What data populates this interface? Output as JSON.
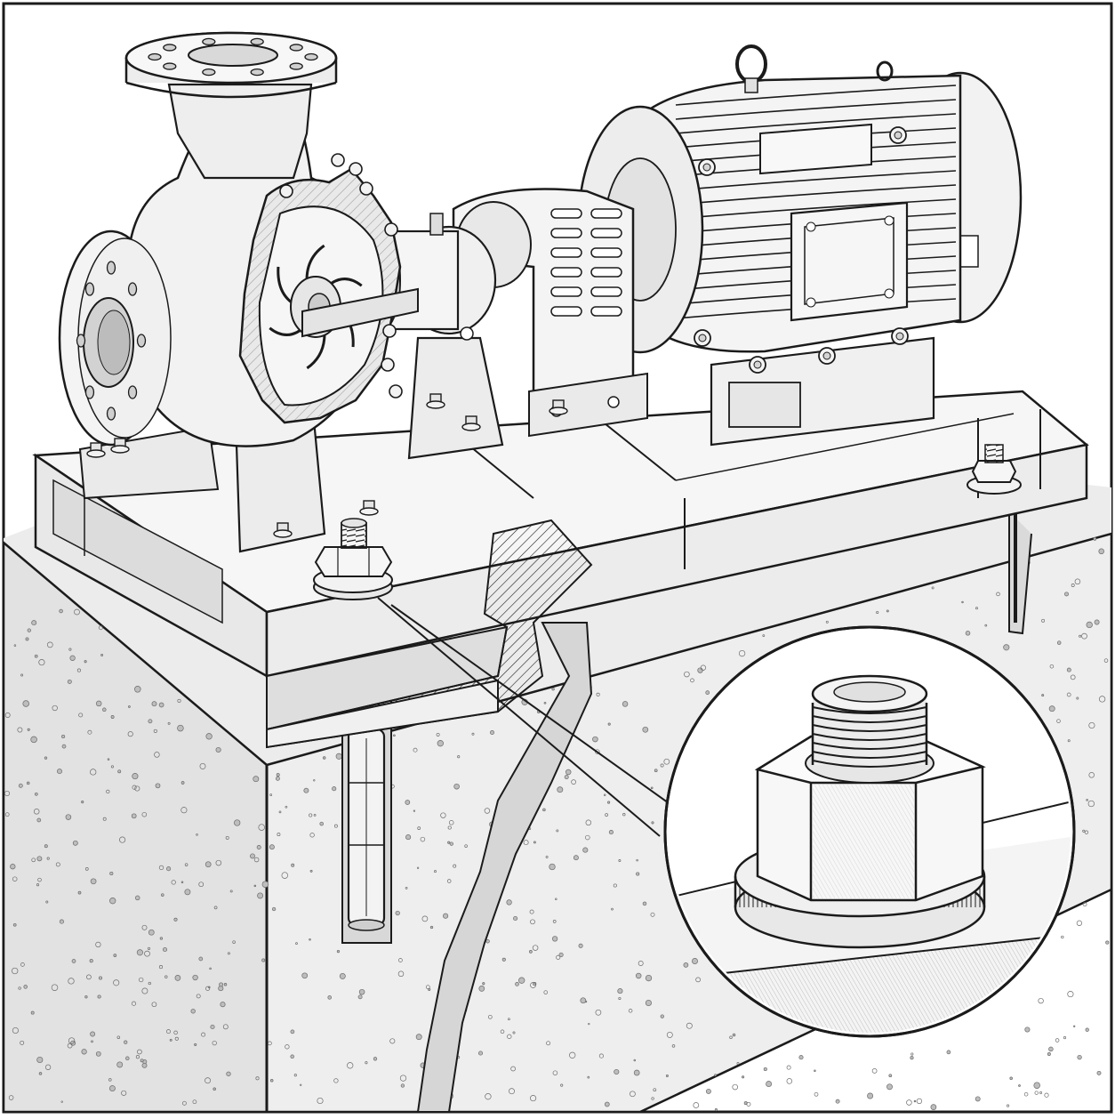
{
  "illustration": {
    "style": "black ink line drawing on white",
    "subjects": [
      "centrifugal-pump",
      "bearing-housing",
      "coupling-guard",
      "electric-motor",
      "steel-baseplate",
      "concrete-foundation",
      "anchor-bolts",
      "detail-callout-nut-and-washer"
    ]
  },
  "colors": {
    "ink": "#1b1b1b",
    "paper": "#ffffff",
    "metal_light": "#f3f3f3",
    "metal_shade": "#d9d9d9",
    "concrete": "#ececec",
    "concrete_dark": "#d6d6d6",
    "cut_section": "#e4e4e4"
  }
}
